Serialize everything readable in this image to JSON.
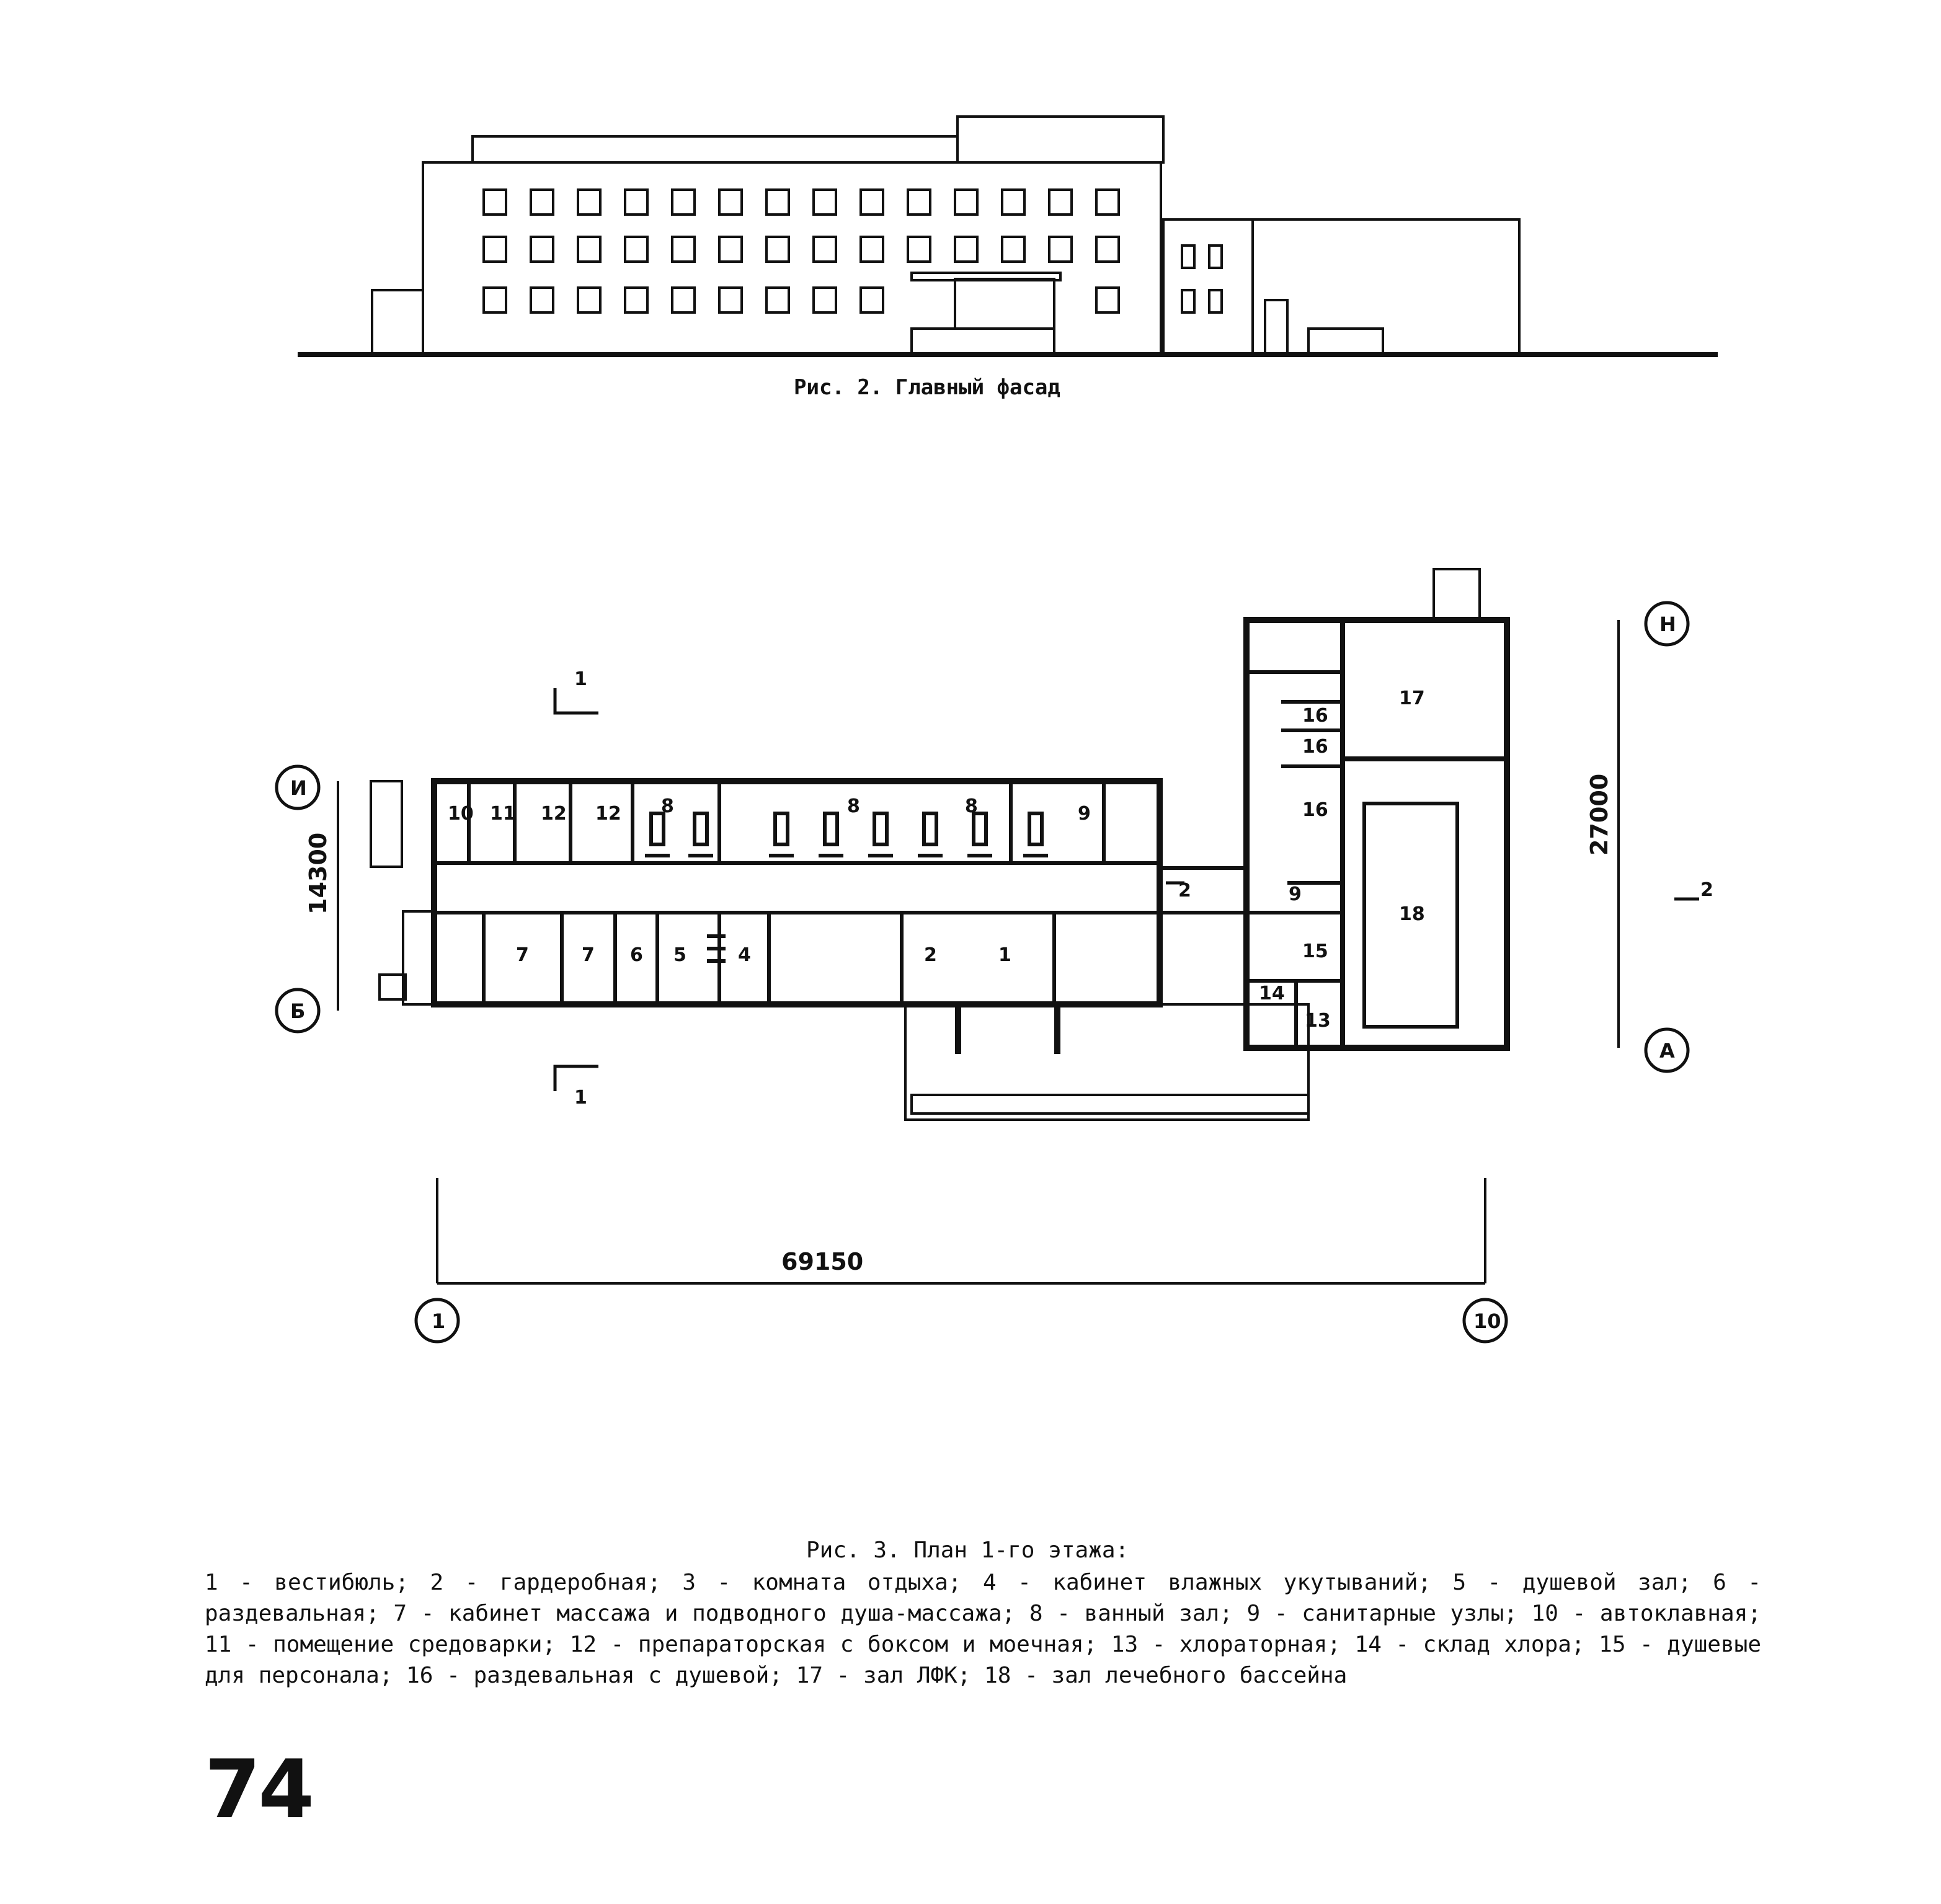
{
  "figure2": {
    "caption": "Рис. 2. Главный фасад"
  },
  "figure3": {
    "caption": "Рис. 3. План 1-го этажа:",
    "legend": "1 - вестибюль; 2 - гардеробная; 3 - комната отдыха; 4 - кабинет влажных укутываний; 5 - душевой зал; 6 - раздевальная; 7 - кабинет массажа и подводного душа-массажа; 8 - ванный зал; 9 - санитарные узлы; 10 - автоклавная; 11 - помещение средоварки; 12 - препараторская с боксом и моечная; 13 - хлораторная; 14 - склад хлора; 15 - душевые для персонала; 16 - раздевальная с душевой; 17 - зал ЛФК; 18 - зал лечебного бассейна"
  },
  "plan": {
    "dimensions": {
      "overall_length": "69150",
      "wing_width": "14300",
      "annex_width": "27000"
    },
    "axes": {
      "i": "И",
      "b": "Б",
      "n": "Н",
      "a": "А",
      "one": "1",
      "ten": "10"
    },
    "section_marks": {
      "s1_top": "1",
      "s1_bottom": "1",
      "s2_right": "2",
      "s2_mid": "2"
    },
    "rooms": {
      "r10": "10",
      "r11": "11",
      "r12a": "12",
      "r12b": "12",
      "r8a": "8",
      "r8b": "8",
      "r8c": "8",
      "r9a": "9",
      "r7a": "7",
      "r7b": "7",
      "r6": "6",
      "r5": "5",
      "r4": "4",
      "r2": "2",
      "r1": "1",
      "r17": "17",
      "r16a": "16",
      "r16b": "16",
      "r16c": "16",
      "r18": "18",
      "r9b": "9",
      "r15": "15",
      "r14": "14",
      "r13": "13"
    }
  },
  "page_number": "74"
}
